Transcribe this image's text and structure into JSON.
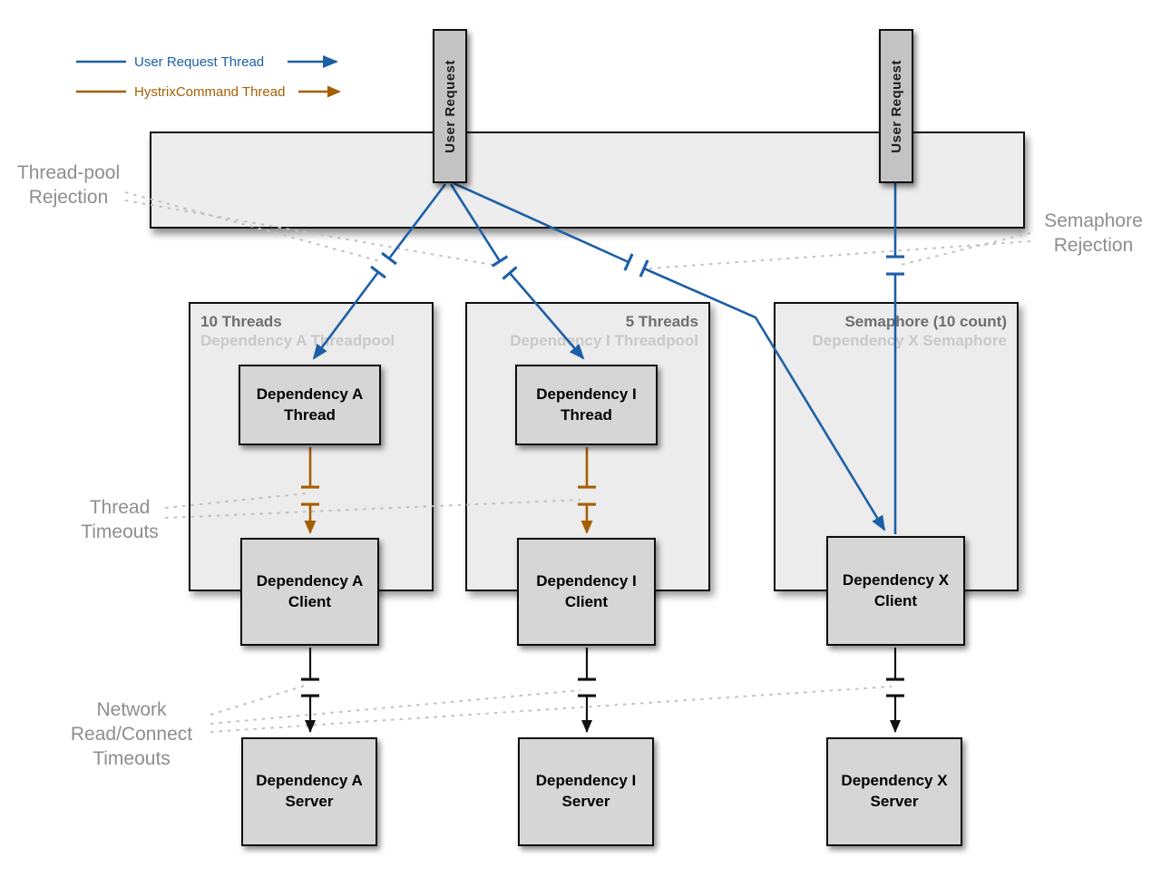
{
  "colors": {
    "user_request_thread": "#1d5fa7",
    "hystrix_command_thread": "#a65e02",
    "network_connector": "#111111",
    "annotation_text": "#8e8e8e",
    "dotted_leader": "#c2c2c2"
  },
  "legend": {
    "user_request_label": "User Request Thread",
    "hystrix_label": "HystrixCommand Thread"
  },
  "user_request_boxes": {
    "left": "User Request",
    "right": "User Request"
  },
  "annotations": {
    "thread_pool_rejection": "Thread-pool Rejection",
    "semaphore_rejection": "Semaphore Rejection",
    "thread_timeouts": "Thread Timeouts",
    "network_timeouts": "Network Read/Connect Timeouts"
  },
  "pools": [
    {
      "title": "10 Threads",
      "subtitle": "Dependency A Threadpool"
    },
    {
      "title": "5 Threads",
      "subtitle": "Dependency I Threadpool"
    },
    {
      "title": "Semaphore (10 count)",
      "subtitle": "Dependency X Semaphore"
    }
  ],
  "nodes": {
    "thread_a": "Dependency A Thread",
    "thread_i": "Dependency I Thread",
    "client_a": "Dependency A Client",
    "client_i": "Dependency I Client",
    "client_x": "Dependency X Client",
    "server_a": "Dependency A Server",
    "server_i": "Dependency I Server",
    "server_x": "Dependency X Server"
  }
}
